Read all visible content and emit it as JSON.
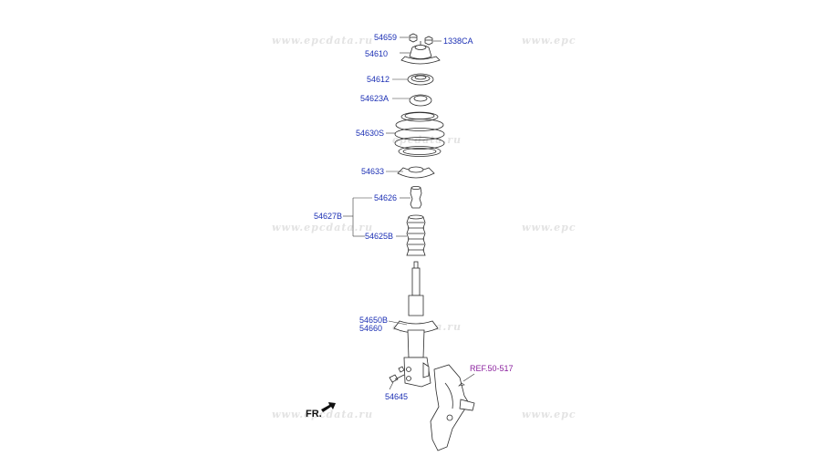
{
  "watermark": "www.epcdata.ru",
  "front_label": "FR.",
  "parts": {
    "p54659": "54659",
    "p1338CA": "1338CA",
    "p54610": "54610",
    "p54612": "54612",
    "p54623A": "54623A",
    "p54630S": "54630S",
    "p54633": "54633",
    "p54626": "54626",
    "p54627B": "54627B",
    "p54625B": "54625B",
    "p54650B": "54650B",
    "p54660": "54660",
    "p54645": "54645"
  },
  "reference": "REF.50-517",
  "colors": {
    "part_label": "#1b2fb4",
    "reference_label": "#8a1f9e",
    "watermark": "#e3e3e3"
  }
}
